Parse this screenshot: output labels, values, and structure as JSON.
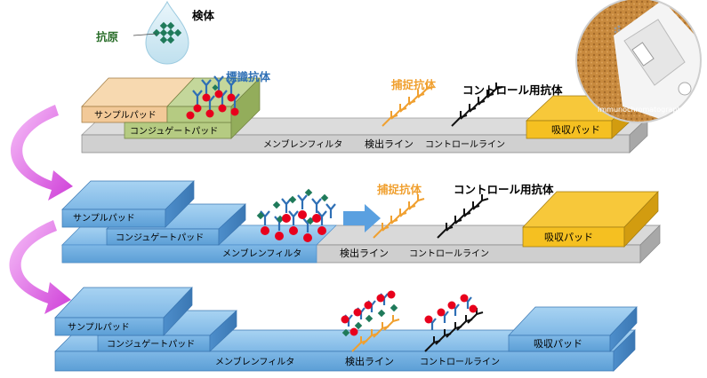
{
  "top": {
    "droplet_label": "検体",
    "antigen_label": "抗原",
    "labeled_antibody_label": "標識抗体",
    "capture_antibody_label": "捕捉抗体",
    "control_antibody_label": "コントロール用抗体",
    "sample_pad_label": "サンプルパッド",
    "conjugate_pad_label": "コンジュゲートパッド",
    "membrane_label": "メンブレンフィルタ",
    "detection_line_label": "検出ライン",
    "control_line_label": "コントロールライン",
    "absorbent_pad_label": "吸収パッド",
    "photo_caption": "Immunochromatography"
  },
  "middle": {
    "capture_antibody_label": "捕捉抗体",
    "control_antibody_label": "コントロール用抗体",
    "sample_pad_label": "サンプルパッド",
    "conjugate_pad_label": "コンジュゲートパッド",
    "membrane_label": "メンブレンフィルタ",
    "detection_line_label": "検出ライン",
    "control_line_label": "コントロールライン",
    "absorbent_pad_label": "吸収パッド"
  },
  "bottom": {
    "sample_pad_label": "サンプルパッド",
    "conjugate_pad_label": "コンジュゲートパッド",
    "membrane_label": "メンブレンフィルタ",
    "detection_line_label": "検出ライン",
    "control_line_label": "コントロールライン",
    "absorbent_pad_label": "吸収パッド"
  },
  "colors": {
    "sample_pad_top": "#f7d9b0",
    "conjugate_pad_top": "#c4d79b",
    "membrane_top": "#d9d9d9",
    "absorbent_pad": "#f5c021",
    "blue_strip": "#8ec3ea",
    "capture_antibody": "#f0a030",
    "control_antibody": "#111111",
    "labeled_antibody": "#2e6fb5",
    "antigen": "#1f7a5a",
    "gold_particle": "#e8001c",
    "arrow_magenta": "#d94ee0",
    "flow_arrow": "#5aa0e0"
  }
}
